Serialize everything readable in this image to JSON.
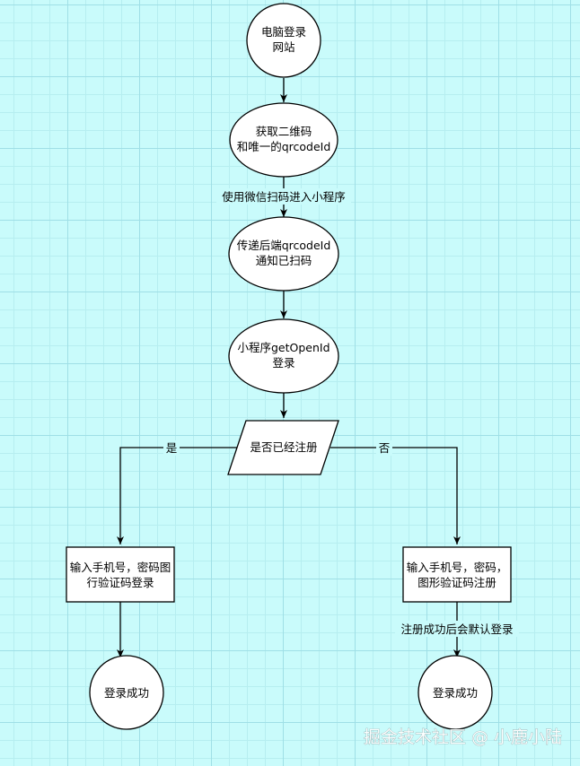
{
  "nodes": {
    "login_site": [
      "电脑登录",
      "网站"
    ],
    "get_qrcode": [
      "获取二维码",
      "和唯一的qrcodeId"
    ],
    "notify_scanned": [
      "传递后端qrcodeId",
      "通知已扫码"
    ],
    "mini_program_login": [
      "小程序getOpenId",
      "登录"
    ],
    "is_registered": [
      "是否已经注册"
    ],
    "input_login": [
      "输入手机号，密码图",
      "行验证码登录"
    ],
    "input_register": [
      "输入手机号，密码，",
      "图形验证码注册"
    ],
    "success_left": [
      "登录成功"
    ],
    "success_right": [
      "登录成功"
    ]
  },
  "edges": {
    "scan_label": "使用微信扫码进入小程序",
    "yes_label": "是",
    "no_label": "否",
    "auto_login_label": "注册成功后会默认登录"
  },
  "watermark": "掘金技术社区 @ 小鹿小陆"
}
